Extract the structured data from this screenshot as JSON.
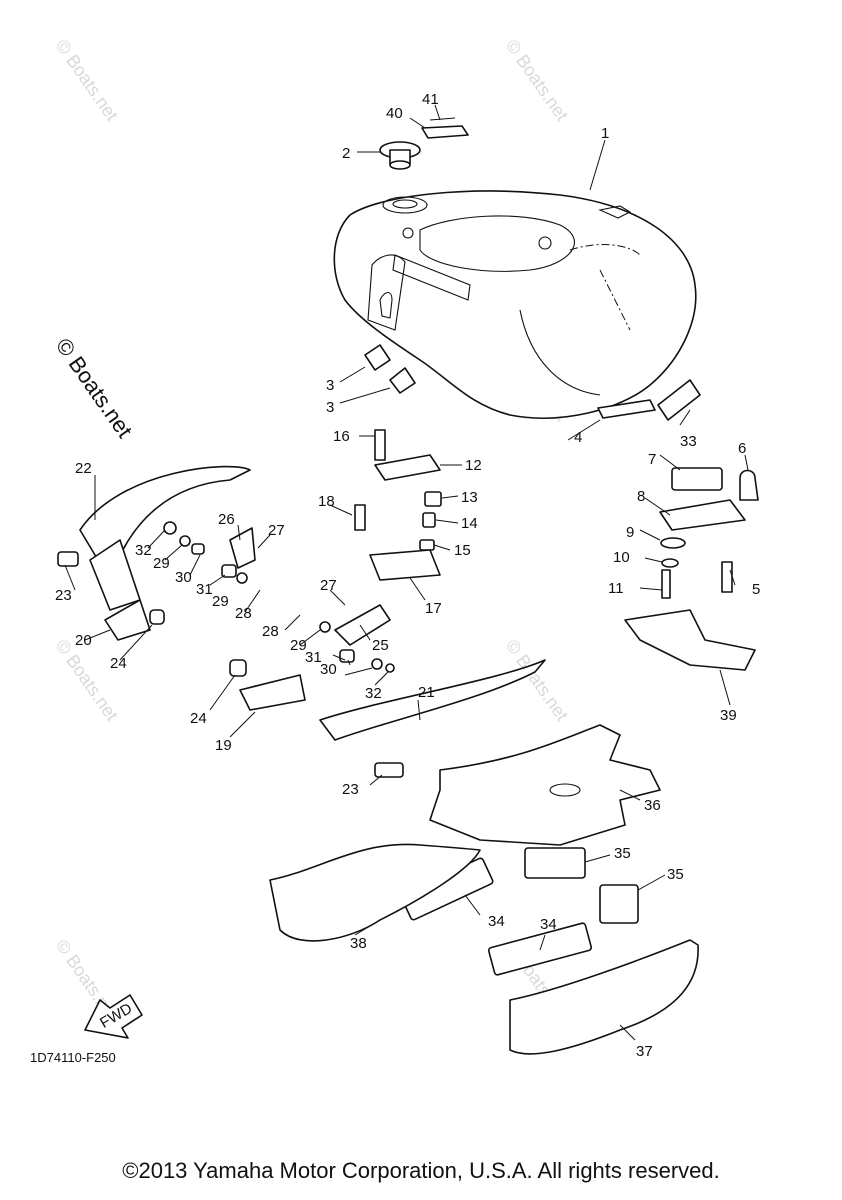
{
  "diagram": {
    "callouts": [
      {
        "id": "c1",
        "text": "1"
      },
      {
        "id": "c2",
        "text": "2"
      },
      {
        "id": "c3a",
        "text": "3"
      },
      {
        "id": "c3b",
        "text": "3"
      },
      {
        "id": "c4",
        "text": "4"
      },
      {
        "id": "c5",
        "text": "5"
      },
      {
        "id": "c6",
        "text": "6"
      },
      {
        "id": "c7",
        "text": "7"
      },
      {
        "id": "c8",
        "text": "8"
      },
      {
        "id": "c9",
        "text": "9"
      },
      {
        "id": "c10",
        "text": "10"
      },
      {
        "id": "c11",
        "text": "11"
      },
      {
        "id": "c12",
        "text": "12"
      },
      {
        "id": "c13",
        "text": "13"
      },
      {
        "id": "c14",
        "text": "14"
      },
      {
        "id": "c15",
        "text": "15"
      },
      {
        "id": "c16",
        "text": "16"
      },
      {
        "id": "c17",
        "text": "17"
      },
      {
        "id": "c18",
        "text": "18"
      },
      {
        "id": "c19",
        "text": "19"
      },
      {
        "id": "c20",
        "text": "20"
      },
      {
        "id": "c21",
        "text": "21"
      },
      {
        "id": "c22",
        "text": "22"
      },
      {
        "id": "c23a",
        "text": "23"
      },
      {
        "id": "c23b",
        "text": "23"
      },
      {
        "id": "c24a",
        "text": "24"
      },
      {
        "id": "c24b",
        "text": "24"
      },
      {
        "id": "c25",
        "text": "25"
      },
      {
        "id": "c26",
        "text": "26"
      },
      {
        "id": "c27a",
        "text": "27"
      },
      {
        "id": "c27b",
        "text": "27"
      },
      {
        "id": "c28a",
        "text": "28"
      },
      {
        "id": "c28b",
        "text": "28"
      },
      {
        "id": "c29a",
        "text": "29"
      },
      {
        "id": "c29b",
        "text": "29"
      },
      {
        "id": "c29c",
        "text": "29"
      },
      {
        "id": "c30a",
        "text": "30"
      },
      {
        "id": "c30b",
        "text": "30"
      },
      {
        "id": "c31a",
        "text": "31"
      },
      {
        "id": "c31b",
        "text": "31"
      },
      {
        "id": "c32a",
        "text": "32"
      },
      {
        "id": "c32b",
        "text": "32"
      },
      {
        "id": "c33",
        "text": "33"
      },
      {
        "id": "c34a",
        "text": "34"
      },
      {
        "id": "c34b",
        "text": "34"
      },
      {
        "id": "c35a",
        "text": "35"
      },
      {
        "id": "c35b",
        "text": "35"
      },
      {
        "id": "c36",
        "text": "36"
      },
      {
        "id": "c37",
        "text": "37"
      },
      {
        "id": "c38",
        "text": "38"
      },
      {
        "id": "c39",
        "text": "39"
      },
      {
        "id": "c40",
        "text": "40"
      },
      {
        "id": "c41",
        "text": "41"
      }
    ],
    "watermark_small": "© Boats.net",
    "watermark_large": "© Boats.net",
    "fwd_label": "FWD",
    "diagram_code": "1D74110-F250"
  },
  "footer": {
    "copyright": "©2013 Yamaha Motor Corporation, U.S.A. All rights reserved."
  }
}
